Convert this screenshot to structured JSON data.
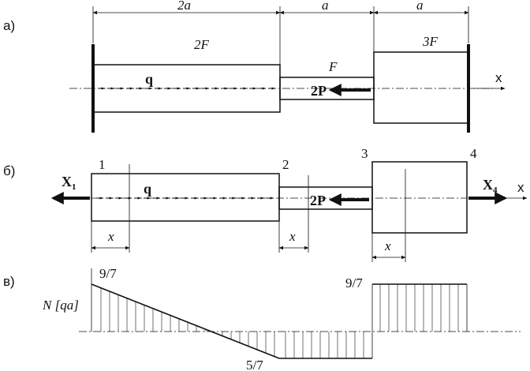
{
  "panel_a": {
    "label": "а)",
    "dim_2a": "2a",
    "dim_a1": "a",
    "dim_a2": "a",
    "area_left": "2F",
    "area_mid": "F",
    "area_right": "3F",
    "load_q": "q",
    "force_2P": "2P",
    "axis_x": "x"
  },
  "panel_b": {
    "label": "б)",
    "node1": "1",
    "node2": "2",
    "node3": "3",
    "node4": "4",
    "X1": "X",
    "X1_sub": "1",
    "X4": "X",
    "X4_sub": "4",
    "load_q": "q",
    "force_2P": "2P",
    "axis_x": "x",
    "x_label_1": "x",
    "x_label_2": "x",
    "x_label_3": "x"
  },
  "panel_c": {
    "label": "в)",
    "axis_name": "N [qa]",
    "val_left": "9/7",
    "val_bottom": "5/7",
    "val_right": "9/7"
  }
}
